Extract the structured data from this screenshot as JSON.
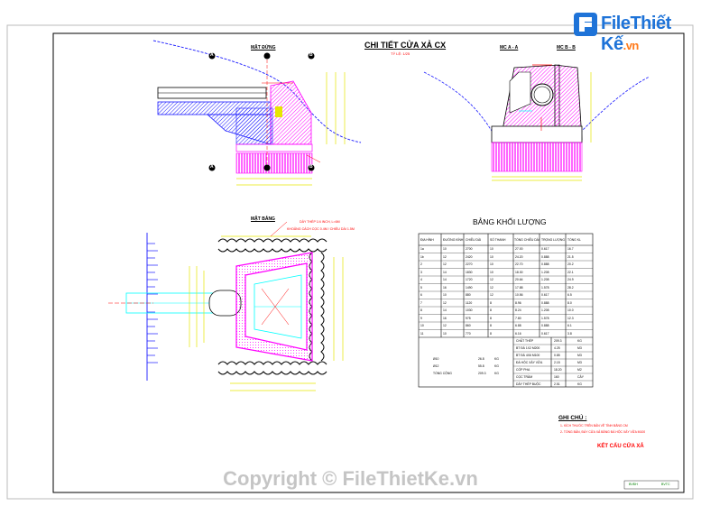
{
  "logo": {
    "text": "FileThiết Kế",
    "tld": ".vn"
  },
  "watermark": "Copyright © FileThietKe.vn",
  "drawing": {
    "main_title": "CHI TIẾT CỬA XẢ CX",
    "scale_note": "TỶ LỆ: 1/25",
    "views": {
      "elevation": "MẶT ĐỨNG",
      "section_a": "MC A - A",
      "section_b": "MC B - B",
      "plan": "MẶT BẰNG"
    },
    "plan_notes": [
      "DÂY THÉP 1/4 INCH, L=6M",
      "KHOẢNG CÁCH CỌC 0.4M / CHIỀU DÀI 1.5M"
    ],
    "section_labels": [
      "A",
      "A",
      "B",
      "B"
    ],
    "quantities_title": "BẢNG KHỐI LƯỢNG",
    "notes_title": "GHI CHÚ :",
    "notes": [
      "1- KÍCH THƯỚC TRÊN BẢN VẼ TÍNH BẰNG CM",
      "2- TỔNG BẢN, ĐÁY CỬA XẢ BẰNG ĐÁ HỘC XÂY VỮA M100"
    ],
    "sheet_title": "KẾT CẤU CỬA XẢ",
    "footer_marks": [
      "BVĐH",
      "BVTC"
    ]
  },
  "colors": {
    "frame": "#000000",
    "structure_magenta": "#ff00ff",
    "dimension_yellow": "#e6e600",
    "water_blue": "#0000ff",
    "cyan": "#00ffff",
    "annotation_red": "#ff0000",
    "hatch_blue": "#1a1aff"
  },
  "table": {
    "headers": [
      "ĐỊA HÌNH",
      "ĐƯỜNG KÍNH",
      "CHIỀU DÀI",
      "SỐ THANH",
      "TỔNG CHIỀU DÀI",
      "TRỌNG LƯỢNG",
      "TỔNG KL"
    ],
    "rows": [
      [
        "1a",
        "10",
        "2700",
        "10",
        "27.00",
        "0.617",
        "16.7"
      ],
      [
        "1b",
        "12",
        "2420",
        "10",
        "24.20",
        "0.888",
        "21.5"
      ],
      [
        "2",
        "12",
        "2270",
        "10",
        "22.70",
        "0.888",
        "20.2"
      ],
      [
        "3",
        "14",
        "1830",
        "10",
        "18.30",
        "1.208",
        "22.1"
      ],
      [
        "4",
        "14",
        "1720",
        "12",
        "20.64",
        "1.208",
        "24.9"
      ],
      [
        "5",
        "16",
        "1490",
        "12",
        "17.88",
        "1.578",
        "28.2"
      ],
      [
        "6",
        "10",
        "880",
        "12",
        "10.56",
        "0.617",
        "6.5"
      ],
      [
        "7",
        "12",
        "1120",
        "8",
        "8.96",
        "0.888",
        "8.0"
      ],
      [
        "8",
        "14",
        "1030",
        "8",
        "8.24",
        "1.208",
        "10.0"
      ],
      [
        "9",
        "16",
        "975",
        "8",
        "7.80",
        "1.578",
        "12.3"
      ],
      [
        "10",
        "12",
        "860",
        "8",
        "6.88",
        "0.888",
        "6.1"
      ],
      [
        "11",
        "10",
        "770",
        "8",
        "6.16",
        "0.617",
        "3.8"
      ]
    ],
    "subtotals": [
      [
        "Ø10",
        "26.8",
        "KG"
      ],
      [
        "Ø12",
        "55.8",
        "KG"
      ],
      [
        "TỔNG CỘNG",
        "209.3",
        "KG"
      ]
    ],
    "materials": [
      [
        "CHẤT THÉP",
        "209.3",
        "KG"
      ],
      [
        "BT ĐÁ 1X2 M200",
        "4.25",
        "M3"
      ],
      [
        "BT ĐÁ 4X6 M100",
        "0.85",
        "M3"
      ],
      [
        "ĐÁ HỘC XÂY VỮA",
        "2.15",
        "M3"
      ],
      [
        "CỐP PHA",
        "18.20",
        "M2"
      ],
      [
        "CỌC TRÀM",
        "160",
        "CÂY"
      ],
      [
        "DÂY THÉP BUỘC",
        "2.51",
        "KG"
      ]
    ]
  }
}
